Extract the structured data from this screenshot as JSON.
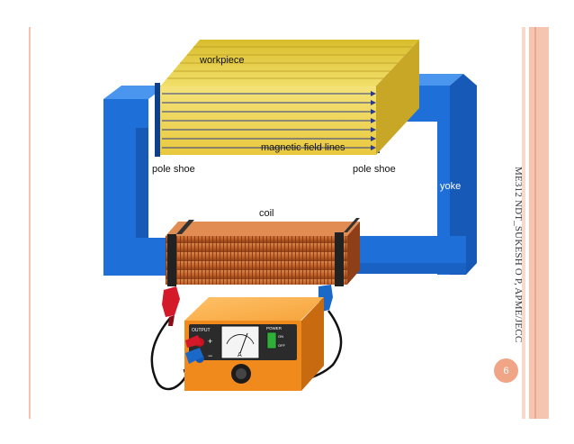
{
  "diagram": {
    "labels": {
      "workpiece": "workpiece",
      "field_lines": "magnetic field lines",
      "pole_shoe_left": "pole shoe",
      "pole_shoe_right": "pole shoe",
      "yoke": "yoke",
      "coil": "coil"
    },
    "power_supply": {
      "output": "OUTPUT",
      "plus": "+",
      "minus": "−",
      "meter_unit": "A",
      "power": "POWER",
      "on": "ON",
      "off": "OFF"
    }
  },
  "footer": {
    "side_text": "ME312 NDT_SUKESH O P, APME/JECC",
    "page_number": "6"
  },
  "colors": {
    "yoke": "#1e6fd8",
    "workpiece": "#e6cf4a",
    "coil": "#c2622a",
    "power_supply": "#f08a1c",
    "accent": "#f0a586"
  }
}
